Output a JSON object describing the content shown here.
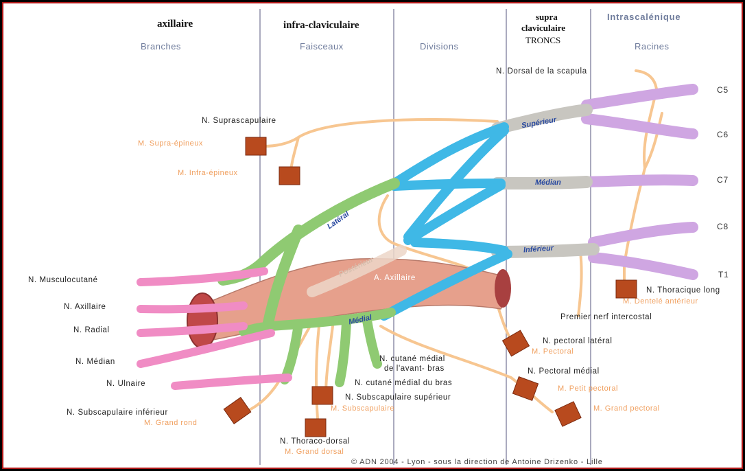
{
  "headers": {
    "axillaire": "axillaire",
    "infra": "infra-claviculaire",
    "supra_line1": "supra",
    "supra_line2": "claviculaire",
    "supra_line3": "TRONCS",
    "intrascalenique": "Intrascalénique"
  },
  "subheaders": {
    "branches": "Branches",
    "faisceaux": "Faisceaux",
    "divisions": "Divisions",
    "racines": "Racines"
  },
  "roots": [
    "C5",
    "C6",
    "C7",
    "C8",
    "T1"
  ],
  "trunks": {
    "superieur": "Supérieur",
    "median": "Médian",
    "inferieur": "Inférieur"
  },
  "cords": {
    "lateral": "Latéral",
    "posterieur": "Postérieur",
    "medial": "Médial"
  },
  "artery": "A. Axillaire",
  "nerves": {
    "dorsal_scapula": "N. Dorsal de la scapula",
    "suprascapulaire": "N. Suprascapulaire",
    "musculocutane": "N. Musculocutané",
    "axillaire": "N. Axillaire",
    "radial": "N. Radial",
    "median": "N. Médian",
    "ulnaire": "N. Ulnaire",
    "subscap_inf": "N. Subscapulaire inférieur",
    "thoraco_dorsal": "N. Thoraco-dorsal",
    "subscap_sup": "N. Subscapulaire supérieur",
    "cutane_bras": "N. cutané médial du bras",
    "cutane_avant_bras_1": "N. cutané médial",
    "cutane_avant_bras_2": "de l'avant- bras",
    "pectoral_medial": "N. Pectoral médial",
    "pectoral_lateral": "N. pectoral latéral",
    "premier_intercostal": "Premier nerf intercostal",
    "thoracique_long": "N. Thoracique long"
  },
  "muscles": {
    "supra_epineux": "M. Supra-épineux",
    "infra_epineux": "M. Infra-épineux",
    "grand_rond": "M. Grand rond",
    "grand_dorsal": "M. Grand dorsal",
    "subscapulaire": "M. Subscapulaire",
    "pectoral": "M. Pectoral",
    "petit_pectoral": "M. Petit pectoral",
    "grand_pectoral": "M. Grand pectoral",
    "dentele": "M. Dentelé antérieur"
  },
  "copyright": "© ADN 2004 - Lyon - sous la direction de Antoine Drizenko - Lille",
  "colors": {
    "root_purple": "#cfa6e2",
    "trunk_gray": "#c8c6c0",
    "division_blue": "#3fb8e6",
    "lateral_green": "#8fca72",
    "branch_pink": "#f08cc4",
    "small_orange": "#f7c691",
    "muscle_red": "#b84a1e",
    "artery": "#e6a08c"
  }
}
